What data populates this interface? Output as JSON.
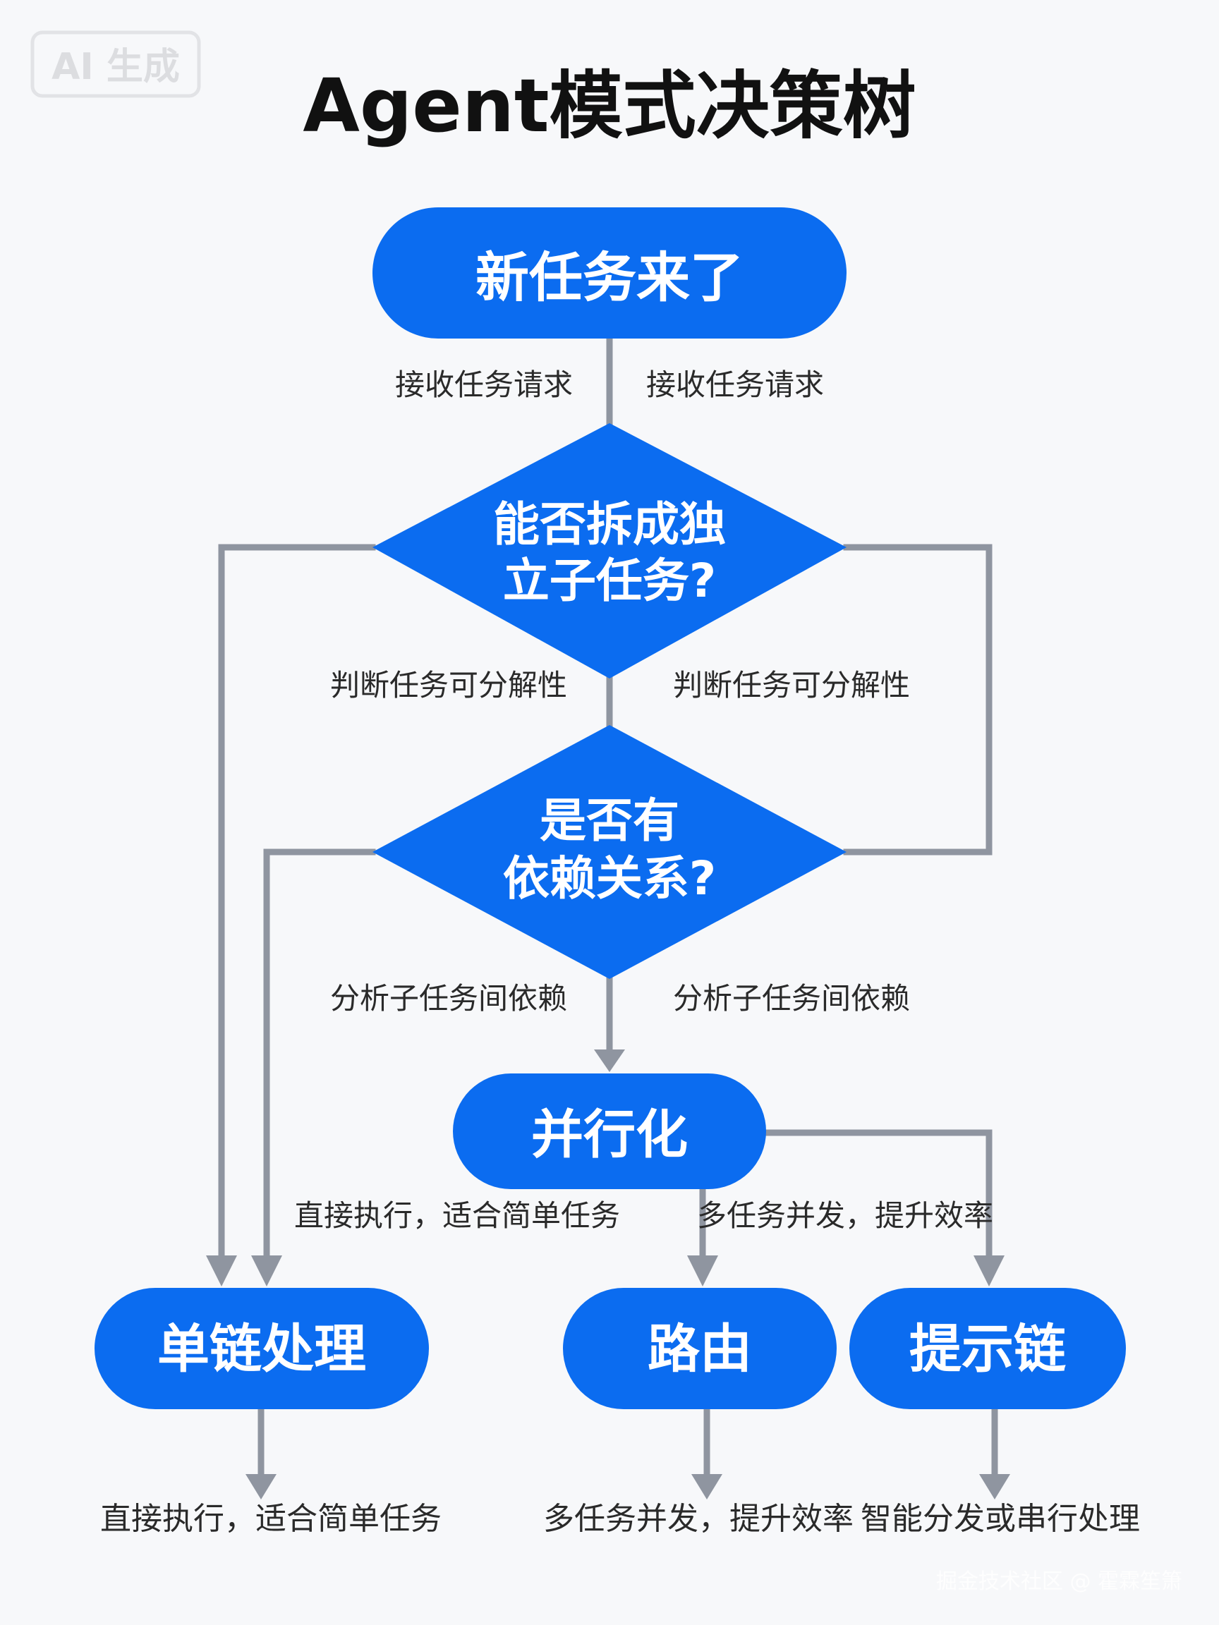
{
  "badge": "AI 生成",
  "title": "Agent模式决策树",
  "nodes": {
    "start": "新任务来了",
    "decision1_line1": "能否拆成独",
    "decision1_line2": "立子任务?",
    "decision2_line1": "是否有",
    "decision2_line2": "依赖关系?",
    "parallel": "并行化",
    "single_chain": "单链处理",
    "routing": "路由",
    "prompt_chain": "提示链"
  },
  "edge_labels": {
    "receive_left": "接收任务请求",
    "receive_right": "接收任务请求",
    "judge_left": "判断任务可分解性",
    "judge_right": "判断任务可分解性",
    "analyze_left": "分析子任务间依赖",
    "analyze_right": "分析子任务间依赖",
    "direct_exec": "直接执行，适合简单任务",
    "concurrent": "多任务并发，提升效率"
  },
  "captions": {
    "single_chain": "直接执行，适合简单任务",
    "routing": "多任务并发，提升效率",
    "prompt_chain": "智能分发或串行处理"
  },
  "watermark": "掘金技术社区 @ 霍霖笙箫",
  "colors": {
    "node_blue": "#0b6cf0",
    "connector_gray": "#8f95a0",
    "background": "#f7f8fa"
  }
}
